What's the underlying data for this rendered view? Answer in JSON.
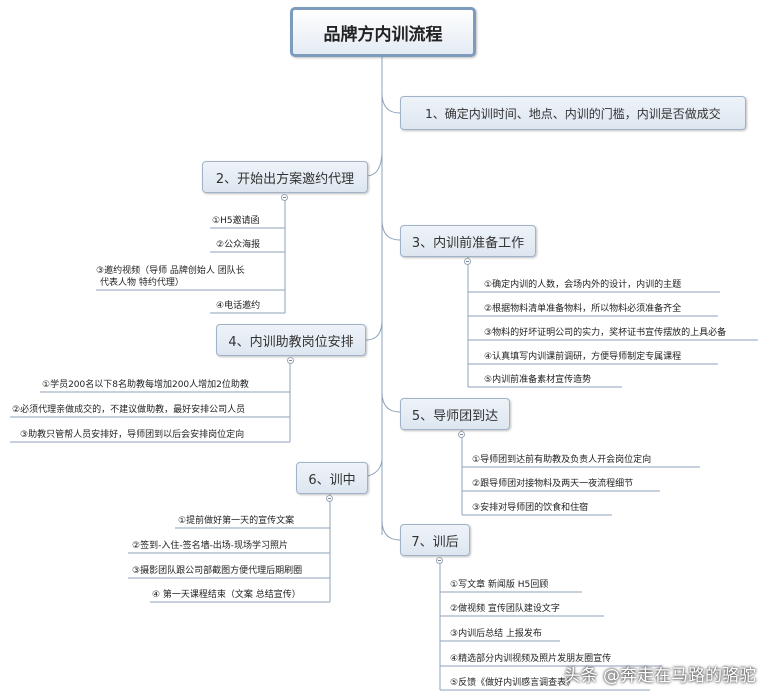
{
  "title": "品牌方内训流程",
  "branches": [
    {
      "label": "1、确定内训时间、地点、内训的门槛，内训是否做成交",
      "items": []
    },
    {
      "label": "2、开始出方案邀约代理",
      "items": [
        "①H5邀请函",
        "②公众海报",
        "③邀约视频（导师 品牌创始人 团队长",
        "代表人物 特约代理）",
        "④电话邀约"
      ]
    },
    {
      "label": "3、内训前准备工作",
      "items": [
        "①确定内训的人数，会场内外的设计，内训的主题",
        "②根据物料清单准备物料，所以物料必须准备齐全",
        "③物料的好坏证明公司的实力，奖杯证书宣传摆放的上具必备",
        "④认真填写内训课前调研，方便导师制定专属课程",
        "⑤内训前准备素材宣传造势"
      ]
    },
    {
      "label": "4、内训助教岗位安排",
      "items": [
        "①学员200名以下8名助教每增加200人增加2位助教",
        "②必须代理亲做成交的，不建议做助教，最好安排公司人员",
        "③助教只管帮人员安排好，导师团到以后会安排岗位定向"
      ]
    },
    {
      "label": "5、导师团到达",
      "items": [
        "①导师团到达前有助教及负责人开会岗位定向",
        "②跟导师团对接物料及两天一夜流程细节",
        "③安排对导师团的饮食和住宿"
      ]
    },
    {
      "label": "6、训中",
      "items": [
        "①提前做好第一天的宣传文案",
        "②签到-入住-签名墙-出场-现场学习照片",
        "③摄影团队跟公司部截图方便代理后期刷圈",
        "④    第一天课程结束（文案 总结宣传）"
      ]
    },
    {
      "label": "7、训后",
      "items": [
        "①写文章 新闻版 H5回顾",
        "②做视频 宣传团队建设文字",
        "③内训后总结 上报发布",
        "④精选部分内训视频及照片发朋友圈宣传",
        "⑤反馈《做好内训感言调查表》"
      ]
    }
  ],
  "watermark": "头条 @奔走在马路的骆驼"
}
